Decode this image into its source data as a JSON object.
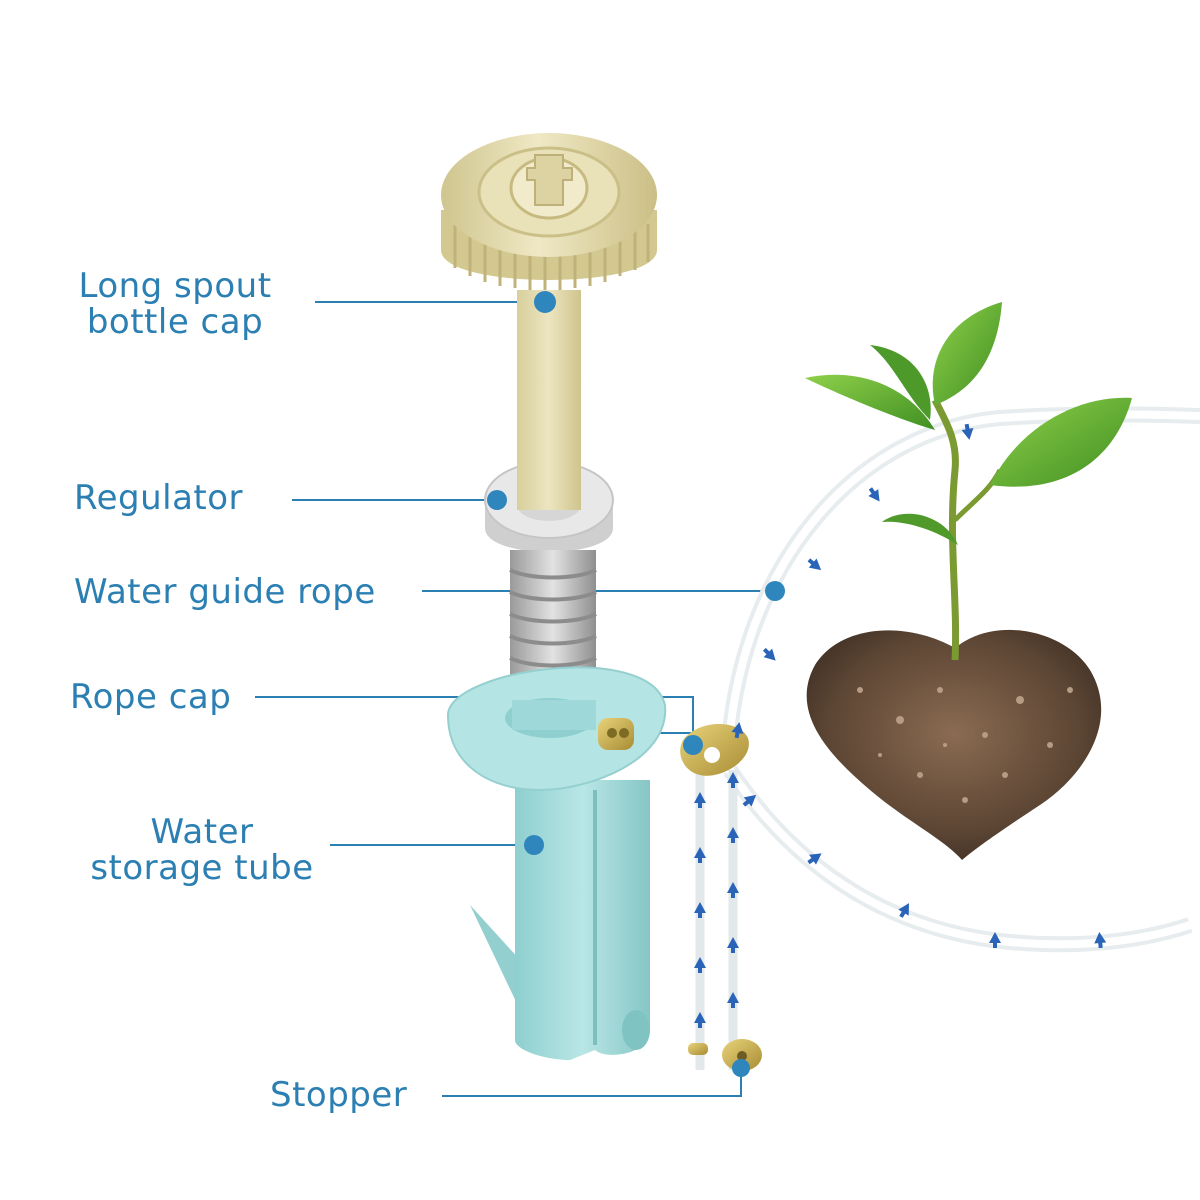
{
  "colors": {
    "label_text": "#2b7fb2",
    "leader_line": "#2b7fb2",
    "dot": "#2f86bd",
    "cap": "#e3dbb0",
    "tube": "#a9dede",
    "regulator": "#e6e6e6",
    "rope": "#bdbdbd",
    "brass": "#c9b25a",
    "flow_arrow": "#2a64b8",
    "leaf": "#58a830",
    "soil": "#6b5341"
  },
  "labels": {
    "cap_line1": "Long spout",
    "cap_line2": "bottle cap",
    "regulator": "Regulator",
    "rope": "Water guide rope",
    "rope_cap": "Rope cap",
    "tube_line1": "Water",
    "tube_line2": "storage tube",
    "stopper": "Stopper"
  },
  "icons": [
    "flow-arrow-icon",
    "callout-dot-icon"
  ]
}
